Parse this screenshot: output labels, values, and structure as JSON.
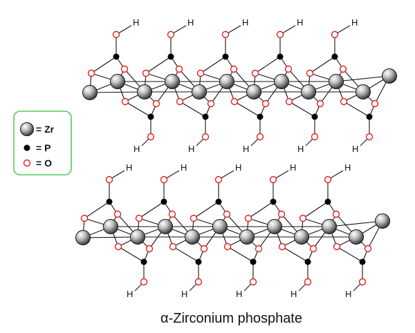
{
  "diagram": {
    "caption": "α-Zirconium phosphate",
    "hydrogen_label": "H",
    "legend": [
      {
        "symbol": "zr-atom",
        "label": "= Zr"
      },
      {
        "symbol": "p-atom",
        "label": "= P"
      },
      {
        "symbol": "o-atom",
        "label": "= O"
      }
    ],
    "layers": 2,
    "colors": {
      "oxygen": "#e02020",
      "phosphorus": "#000000",
      "zirconium": "#8a8a8a",
      "legend_border": "#55cc55"
    }
  }
}
